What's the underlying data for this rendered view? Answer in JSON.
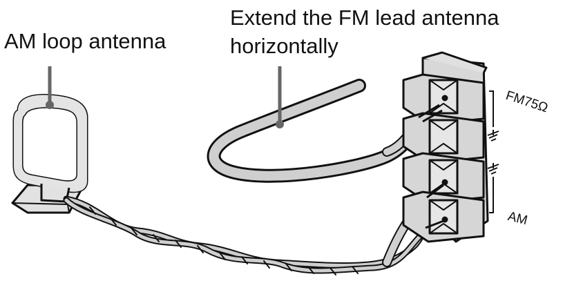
{
  "labels": {
    "am_loop_antenna": "AM loop antenna",
    "fm_lead_line1": "Extend the FM lead antenna",
    "fm_lead_line2": "horizontally",
    "fm75": "FM75Ω",
    "am": "AM"
  },
  "colors": {
    "ink": "#111111",
    "cable_fill": "#cfcfcf",
    "terminal_fill": "#d8d8d8",
    "terminal_face": "#e6e6e6",
    "background": "#ffffff"
  },
  "icons": {
    "ground_symbol": "ground-icon"
  }
}
